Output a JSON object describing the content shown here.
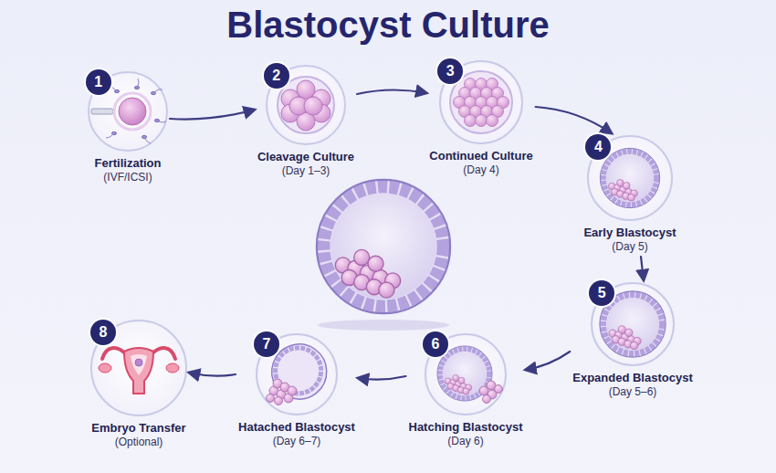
{
  "diagram": {
    "title": "Blastocyst Culture",
    "nodes": [
      {
        "text": [
          "1",
          "Fertilization",
          "(IVF/ICSI)"
        ]
      },
      {
        "text": [
          "2",
          "Cleavage Culture",
          "(Day 1–3)"
        ]
      },
      {
        "text": [
          "3",
          "Continued Culture",
          "(Day 4)"
        ]
      },
      {
        "text": [
          "4",
          "Early Blastocyst",
          "(Day 5)"
        ]
      },
      {
        "text": [
          "5",
          "Expanded Blastocyst",
          "(Day 5–6)"
        ]
      },
      {
        "text": [
          "6",
          "Hatching Blastocyst",
          "(Day 6)"
        ]
      },
      {
        "text": [
          "7",
          "Hatached Blastocyst",
          "(Day 6–7)"
        ]
      },
      {
        "text": [
          "8",
          "Embryo Transfer",
          "(Optional)"
        ]
      }
    ],
    "edges": [
      {
        "from": 0,
        "to": 1,
        "arrow": "to"
      },
      {
        "from": 1,
        "to": 2,
        "arrow": "to"
      },
      {
        "from": 2,
        "to": 3,
        "arrow": "to"
      },
      {
        "from": 3,
        "to": 4,
        "arrow": "to"
      },
      {
        "from": 4,
        "to": 5,
        "arrow": "to"
      },
      {
        "from": 5,
        "to": 6,
        "arrow": "to"
      },
      {
        "from": 6,
        "to": 7,
        "arrow": "to"
      }
    ]
  }
}
